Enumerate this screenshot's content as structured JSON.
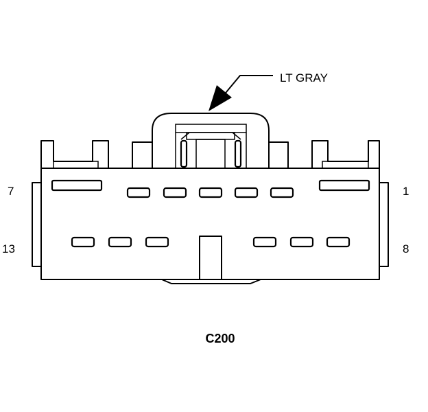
{
  "diagram": {
    "color_label": "LT GRAY",
    "connector_id": "C200",
    "pin_labels": {
      "top_left": "7",
      "top_right": "1",
      "bottom_left": "13",
      "bottom_right": "8"
    }
  }
}
